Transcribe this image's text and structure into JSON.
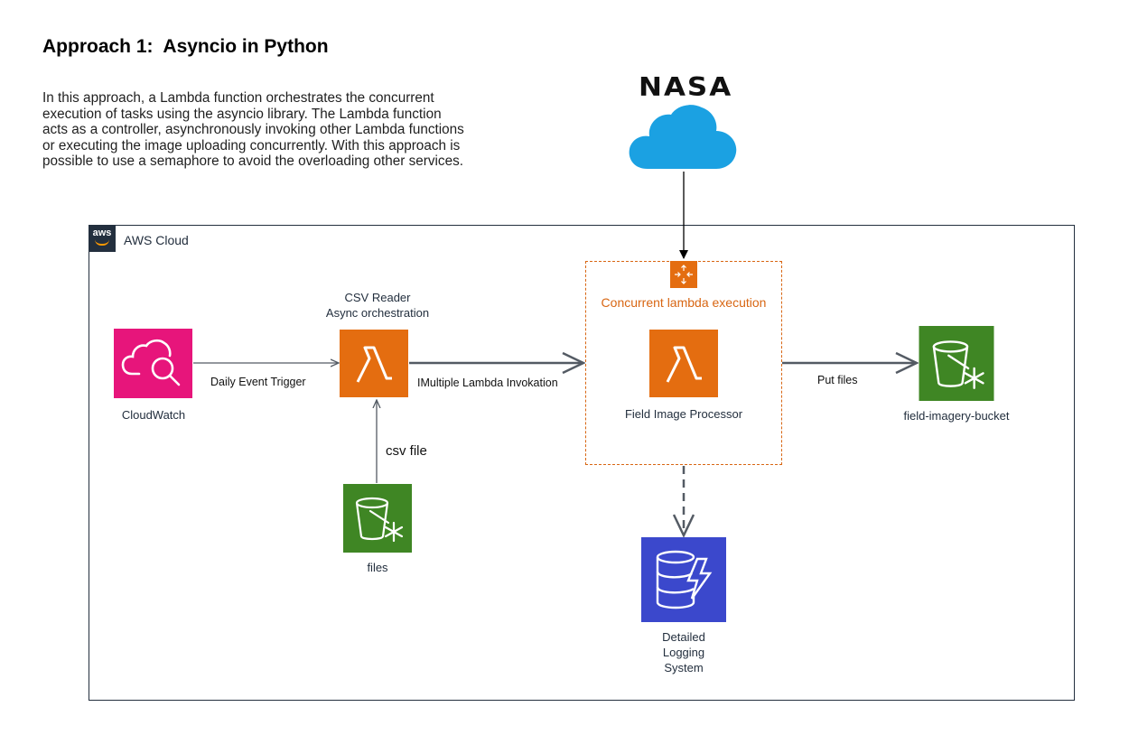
{
  "title": "Approach 1:  Asyncio in Python",
  "description_lines": [
    "In this approach, a Lambda function orchestrates the concurrent",
    "execution of tasks using the asyncio library. The Lambda function",
    "acts as a controller, asynchronously invoking other Lambda functions",
    "or executing the image uploading concurrently. With this approach is",
    "possible to use a semaphore to avoid the overloading other services."
  ],
  "external": {
    "logo_text": "NASA",
    "cloud_icon": "cloud-icon"
  },
  "aws_cloud": {
    "label": "AWS Cloud",
    "badge": "aws"
  },
  "group": {
    "label": "Concurrent lambda execution",
    "icon": "group-icon"
  },
  "nodes": {
    "cloudwatch": {
      "label": "CloudWatch",
      "icon": "cloudwatch-icon"
    },
    "csv_reader": {
      "label_line1": "CSV Reader",
      "label_line2": "Async orchestration",
      "icon": "lambda-icon"
    },
    "processor": {
      "label": "Field Image Processor",
      "icon": "lambda-icon"
    },
    "files_bucket": {
      "label": "files",
      "icon": "s3-bucket-icon"
    },
    "imagery_bucket": {
      "label": "field-imagery-bucket",
      "icon": "s3-bucket-icon"
    },
    "logging": {
      "label_line1": "Detailed",
      "label_line2": "Logging",
      "label_line3": "System",
      "icon": "dynamodb-icon"
    }
  },
  "edges": {
    "trigger": "Daily Event Trigger",
    "invoke": "IMultiple Lambda Invokation",
    "csv": "csv file",
    "put": "Put files"
  },
  "colors": {
    "cloudwatch": "#e7157b",
    "lambda": "#e46d10",
    "s3": "#3f8624",
    "dynamodb": "#3b48cc",
    "cloud": "#1ba1e2",
    "group_border": "#d86613",
    "aws_dark": "#232f3e"
  }
}
